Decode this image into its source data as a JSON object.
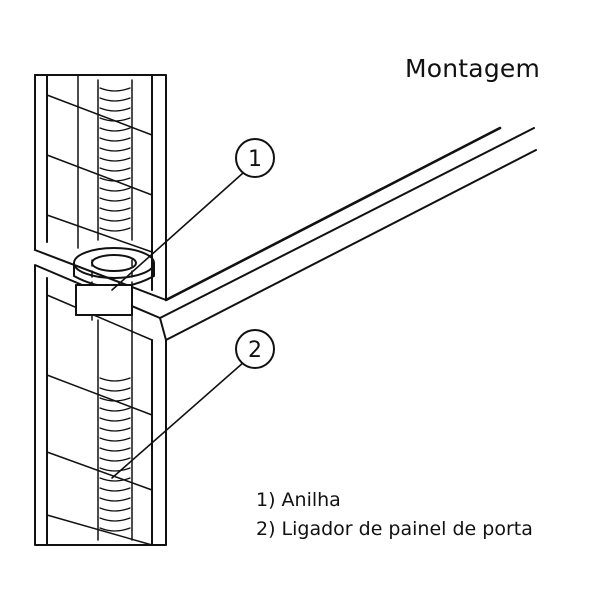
{
  "title": "Montagem",
  "callouts": [
    {
      "number": "1"
    },
    {
      "number": "2"
    }
  ],
  "legend": [
    {
      "text": "1) Anilha"
    },
    {
      "text": "2) Ligador de painel de porta"
    }
  ],
  "colors": {
    "line": "#111111",
    "background": "#ffffff"
  }
}
